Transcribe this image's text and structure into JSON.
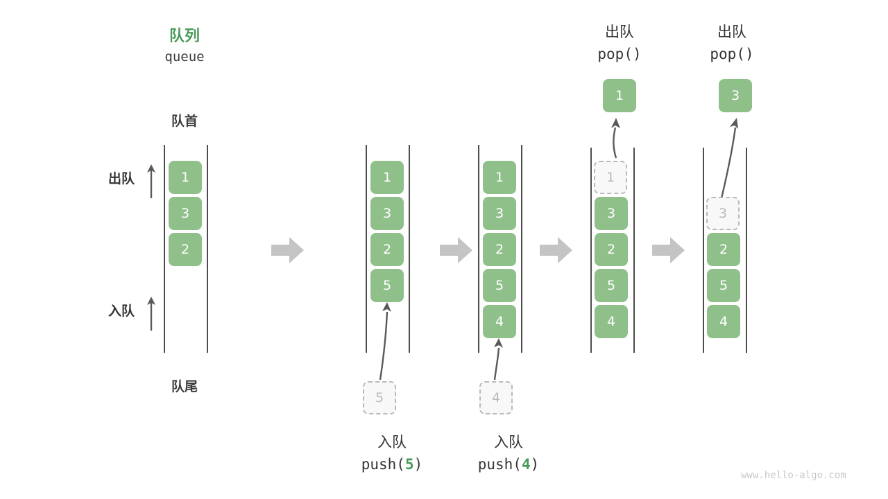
{
  "diagram": {
    "title_cn": "队列",
    "title_en": "queue",
    "front_label": "队首",
    "rear_label": "队尾",
    "dequeue_side_label": "出队",
    "enqueue_side_label": "入队",
    "watermark": "www.hello-algo.com",
    "colors": {
      "accent_green": "#8fc08a",
      "title_green": "#4a9a5a",
      "ghost_gray": "#b9b9b9",
      "rail_gray": "#4d4d4d",
      "connector_gray": "#c4c4c4",
      "arrow_gray": "#595959"
    },
    "columns": [
      {
        "id": "initial",
        "header_cn": "",
        "header_code": "",
        "cells": [
          "1",
          "3",
          "2"
        ],
        "ghost_index": null,
        "caption_cn": "",
        "caption_code": "",
        "caption_arg": "",
        "incoming_value": "",
        "popped_value": ""
      },
      {
        "id": "push-5",
        "header_cn": "",
        "header_code": "",
        "cells": [
          "1",
          "3",
          "2",
          "5"
        ],
        "ghost_index": null,
        "caption_cn": "入队",
        "caption_code_prefix": "push(",
        "caption_arg": "5",
        "caption_code_suffix": ")",
        "incoming_value": "5",
        "popped_value": ""
      },
      {
        "id": "push-4",
        "header_cn": "",
        "header_code": "",
        "cells": [
          "1",
          "3",
          "2",
          "5",
          "4"
        ],
        "ghost_index": null,
        "caption_cn": "入队",
        "caption_code_prefix": "push(",
        "caption_arg": "4",
        "caption_code_suffix": ")",
        "incoming_value": "4",
        "popped_value": ""
      },
      {
        "id": "pop-1",
        "header_cn": "出队",
        "header_code": "pop()",
        "cells": [
          "1",
          "3",
          "2",
          "5",
          "4"
        ],
        "ghost_index": 0,
        "caption_cn": "",
        "caption_code_prefix": "",
        "caption_arg": "",
        "caption_code_suffix": "",
        "incoming_value": "",
        "popped_value": "1"
      },
      {
        "id": "pop-3",
        "header_cn": "出队",
        "header_code": "pop()",
        "cells": [
          "",
          "3",
          "2",
          "5",
          "4"
        ],
        "ghost_index": 1,
        "caption_cn": "",
        "caption_code_prefix": "",
        "caption_arg": "",
        "caption_code_suffix": "",
        "incoming_value": "",
        "popped_value": "3"
      }
    ]
  }
}
